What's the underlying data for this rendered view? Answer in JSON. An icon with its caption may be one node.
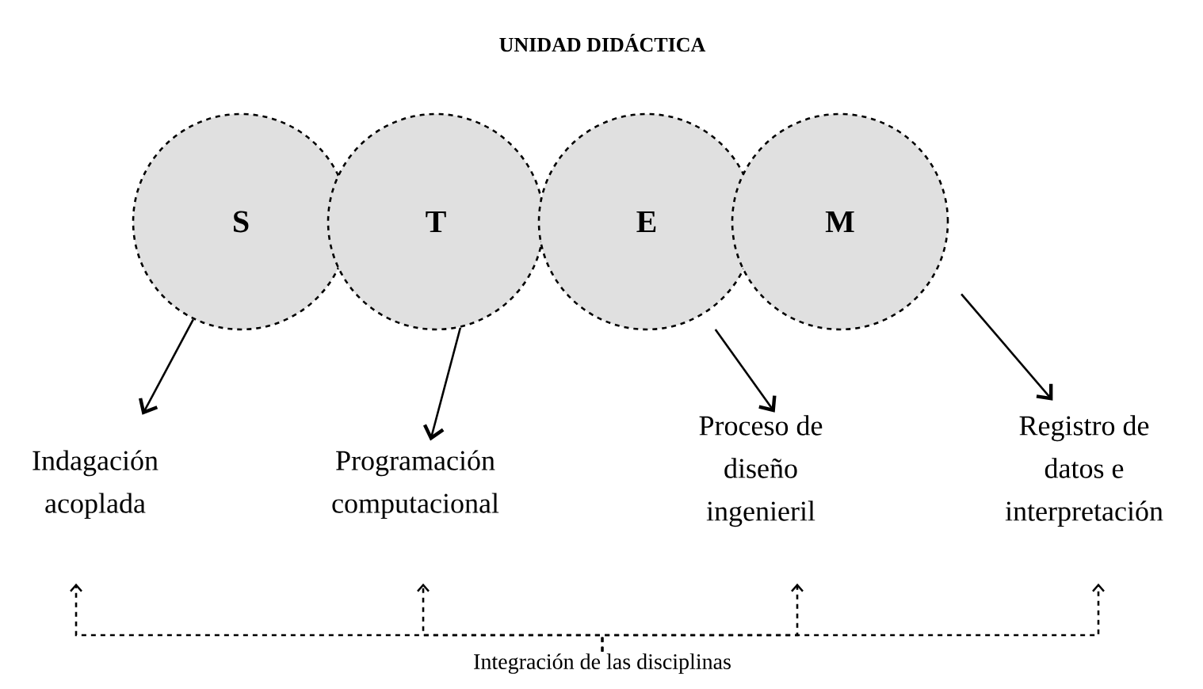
{
  "diagram": {
    "title": "UNIDAD DIDÁCTICA",
    "nodes": [
      {
        "text": [
          "S"
        ]
      },
      {
        "text": [
          "T"
        ]
      },
      {
        "text": [
          "E"
        ]
      },
      {
        "text": [
          "M"
        ]
      },
      {
        "text": [
          "Indagación acoplada"
        ]
      },
      {
        "text": [
          "Programación computacional"
        ]
      },
      {
        "text": [
          "Proceso de diseño ingenieril"
        ]
      },
      {
        "text": [
          "Registro de datos e interpretación"
        ]
      },
      {
        "text": [
          "Integración de las disciplinas"
        ]
      }
    ],
    "edges": [
      {
        "from": 0,
        "to": 4,
        "arrow": "to"
      },
      {
        "from": 1,
        "to": 5,
        "arrow": "to"
      },
      {
        "from": 2,
        "to": 6,
        "arrow": "to"
      },
      {
        "from": 3,
        "to": 7,
        "arrow": "to"
      },
      {
        "from": 8,
        "to": 4,
        "arrow": "to",
        "style": "dashed"
      },
      {
        "from": 8,
        "to": 5,
        "arrow": "to",
        "style": "dashed"
      },
      {
        "from": 8,
        "to": 6,
        "arrow": "to",
        "style": "dashed"
      },
      {
        "from": 8,
        "to": 7,
        "arrow": "to",
        "style": "dashed"
      }
    ]
  }
}
